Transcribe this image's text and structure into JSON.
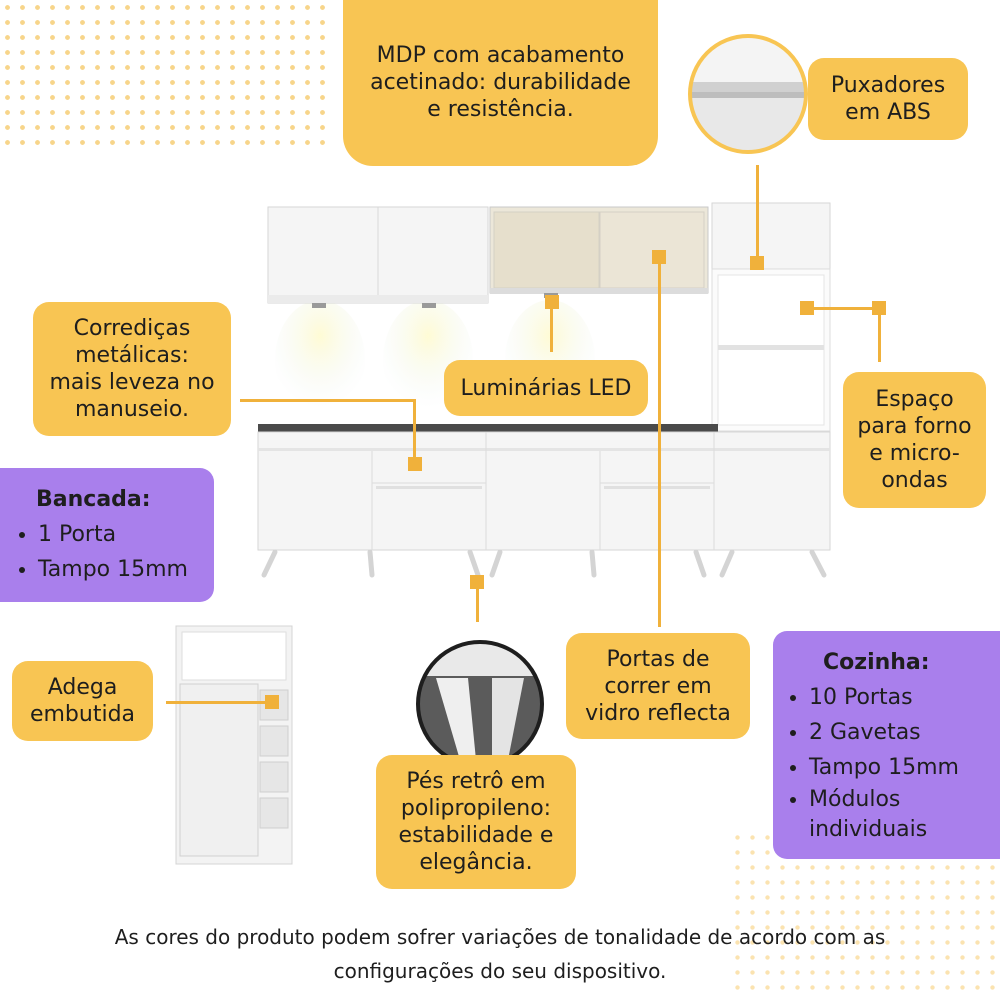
{
  "callouts": {
    "mdp": [
      "MDP com acabamento",
      "acetinado: durabilidade",
      "e resistência."
    ],
    "puxadores": [
      "Puxadores",
      "em ABS"
    ],
    "corredicas": [
      "Corrediças",
      "metálicas:",
      "mais leveza no",
      "manuseio."
    ],
    "luminarias": "Luminárias LED",
    "espaco": [
      "Espaço",
      "para forno",
      "e micro-",
      "ondas"
    ],
    "adega": [
      "Adega",
      "embutida"
    ],
    "portas": [
      "Portas de",
      "correr em",
      "vidro reflecta"
    ],
    "pes": [
      "Pés retrô em",
      "polipropileno:",
      "estabilidade e",
      "elegância."
    ]
  },
  "bancada": {
    "title": "Bancada:",
    "items": [
      "1 Porta",
      "Tampo 15mm"
    ]
  },
  "cozinha": {
    "title": "Cozinha:",
    "items": [
      "10 Portas",
      "2 Gavetas",
      "Tampo 15mm",
      "Módulos individuais"
    ]
  },
  "footer": [
    "As cores do produto podem sofrer variações de tonalidade de acordo com as",
    "configurações do seu dispositivo."
  ],
  "colors": {
    "accent": "#f8c553",
    "connector": "#f0b13b",
    "purple": "#a97fec"
  },
  "icons": [
    "detail-circle-handle",
    "detail-circle-feet"
  ]
}
